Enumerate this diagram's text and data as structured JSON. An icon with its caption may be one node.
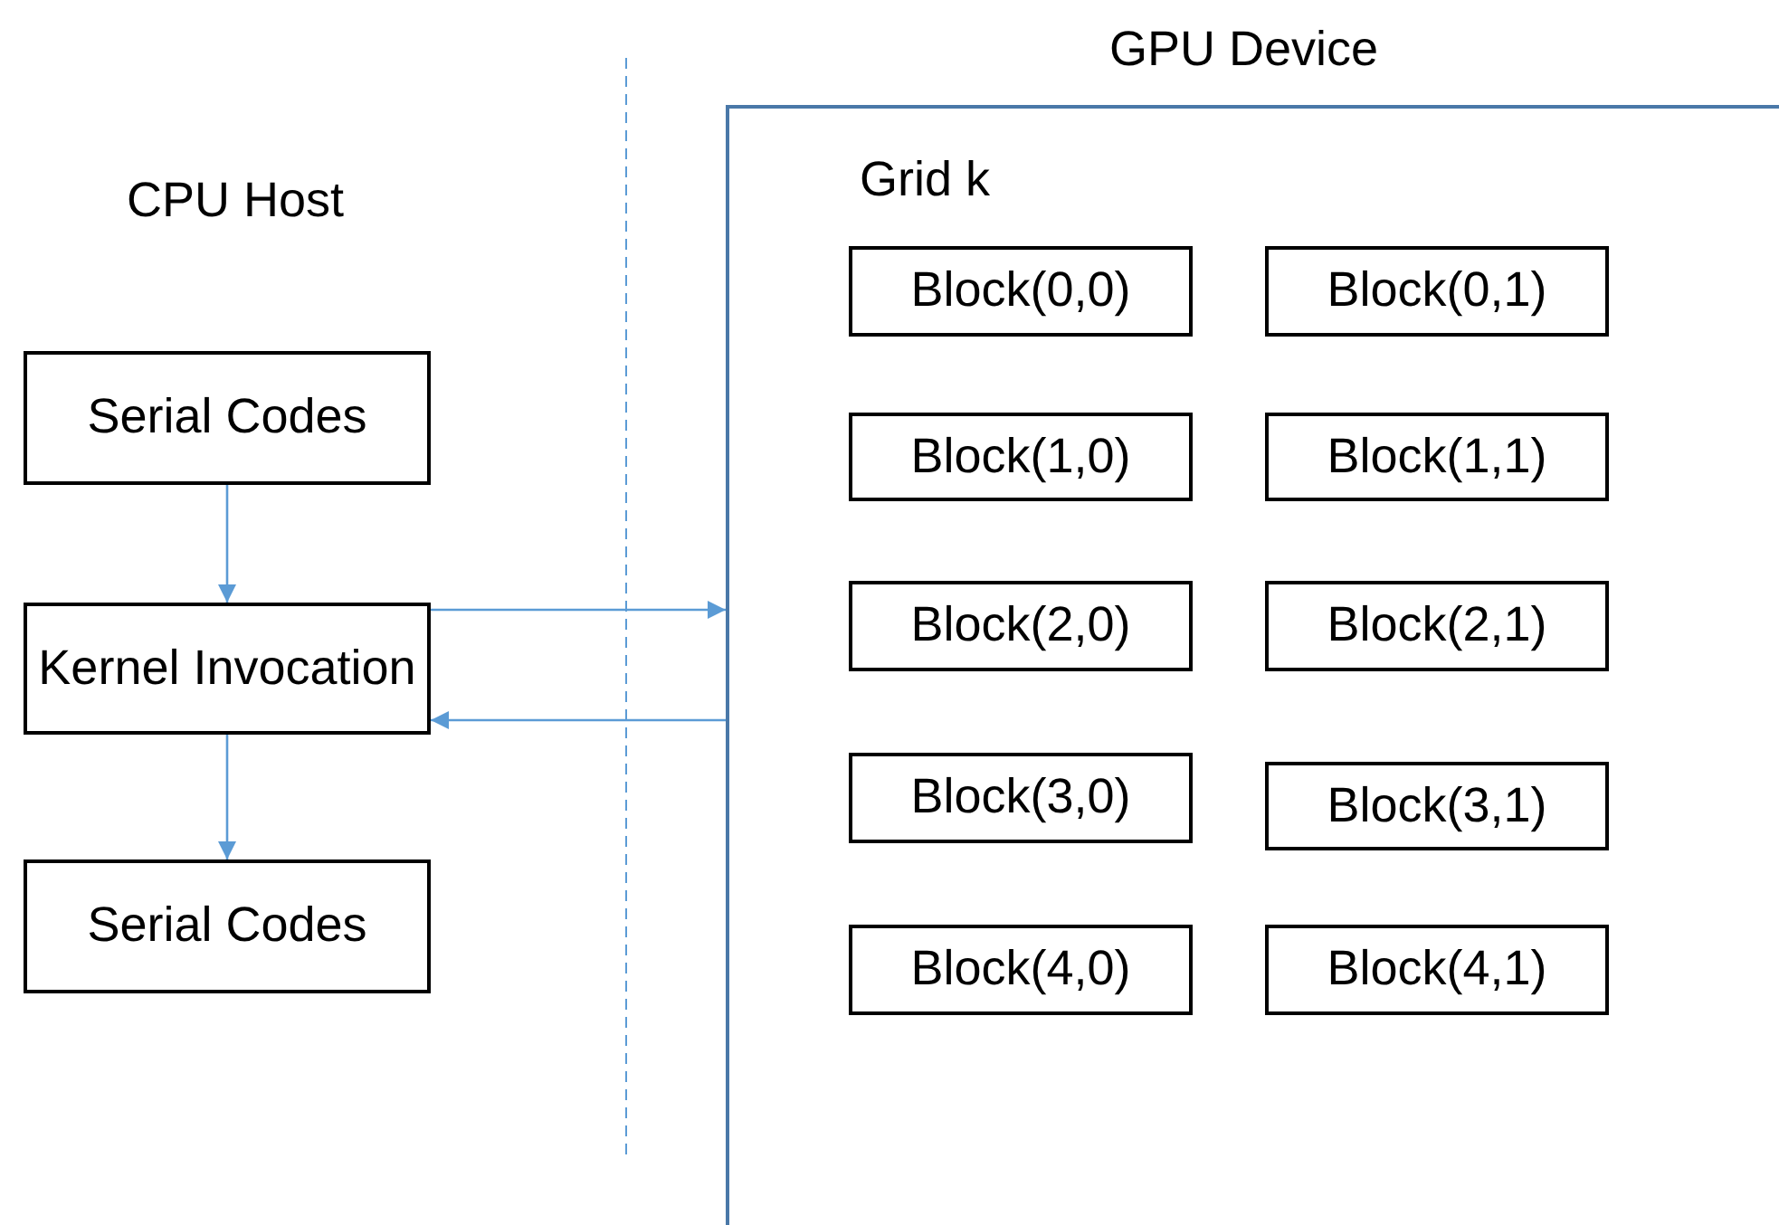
{
  "diagram": {
    "nodes": [
      {
        "text": [
          "Serial Codes"
        ]
      },
      {
        "text": [
          "Kernel Invocation"
        ]
      },
      {
        "text": [
          "Serial Codes"
        ]
      },
      {
        "text": [
          "GPU Device",
          "Grid k"
        ]
      },
      {
        "text": [
          "Block(0,0)"
        ],
        "in": 3
      },
      {
        "text": [
          "Block(0,1)"
        ],
        "in": 3
      },
      {
        "text": [
          "Block(1,0)"
        ],
        "in": 3
      },
      {
        "text": [
          "Block(1,1)"
        ],
        "in": 3
      },
      {
        "text": [
          "Block(2,0)"
        ],
        "in": 3
      },
      {
        "text": [
          "Block(2,1)"
        ],
        "in": 3
      },
      {
        "text": [
          "Block(3,0)"
        ],
        "in": 3
      },
      {
        "text": [
          "Block(3,1)"
        ],
        "in": 3
      },
      {
        "text": [
          "Block(4,0)"
        ],
        "in": 3
      },
      {
        "text": [
          "Block(4,1)"
        ],
        "in": 3
      }
    ],
    "edges": [
      {
        "from": 0,
        "to": 1,
        "arrow": "to"
      },
      {
        "from": 1,
        "to": 3,
        "arrow": "to"
      },
      {
        "from": 3,
        "to": 1,
        "arrow": "to"
      },
      {
        "from": 1,
        "to": 2,
        "arrow": "to"
      }
    ],
    "labels": [
      "CPU Host"
    ]
  }
}
